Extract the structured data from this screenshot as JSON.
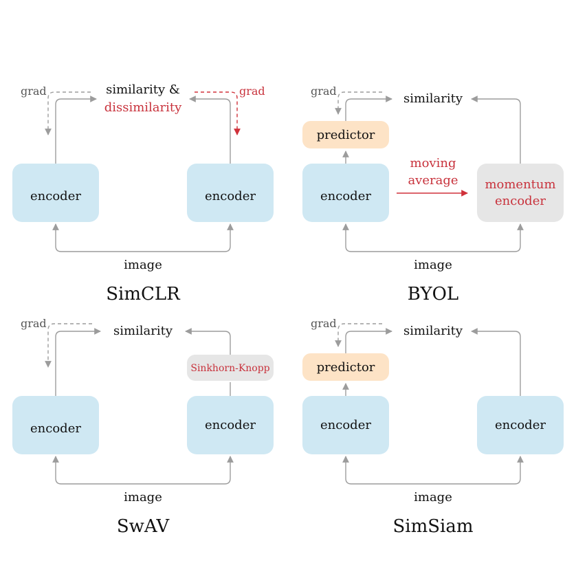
{
  "panels": {
    "simclr": {
      "title": "SimCLR",
      "encoder_left": "encoder",
      "encoder_right": "encoder",
      "similarity": "similarity &",
      "dissimilarity": "dissimilarity",
      "grad_left": "grad",
      "grad_right": "grad",
      "image": "image"
    },
    "byol": {
      "title": "BYOL",
      "encoder": "encoder",
      "predictor": "predictor",
      "momentum_line1": "momentum",
      "momentum_line2": "encoder",
      "moving_line1": "moving",
      "moving_line2": "average",
      "similarity": "similarity",
      "grad": "grad",
      "image": "image"
    },
    "swav": {
      "title": "SwAV",
      "encoder_left": "encoder",
      "encoder_right": "encoder",
      "sinkhorn": "Sinkhorn-Knopp",
      "similarity": "similarity",
      "grad": "grad",
      "image": "image"
    },
    "simsiam": {
      "title": "SimSiam",
      "encoder_left": "encoder",
      "encoder_right": "encoder",
      "predictor": "predictor",
      "similarity": "similarity",
      "grad": "grad",
      "image": "image"
    }
  },
  "colors": {
    "encoder_fill": "#cfe8f3",
    "predictor_fill": "#fde3c6",
    "momentum_fill": "#e6e6e6",
    "accent_red": "#c8323c",
    "arrow_gray": "#9c9c9c"
  }
}
